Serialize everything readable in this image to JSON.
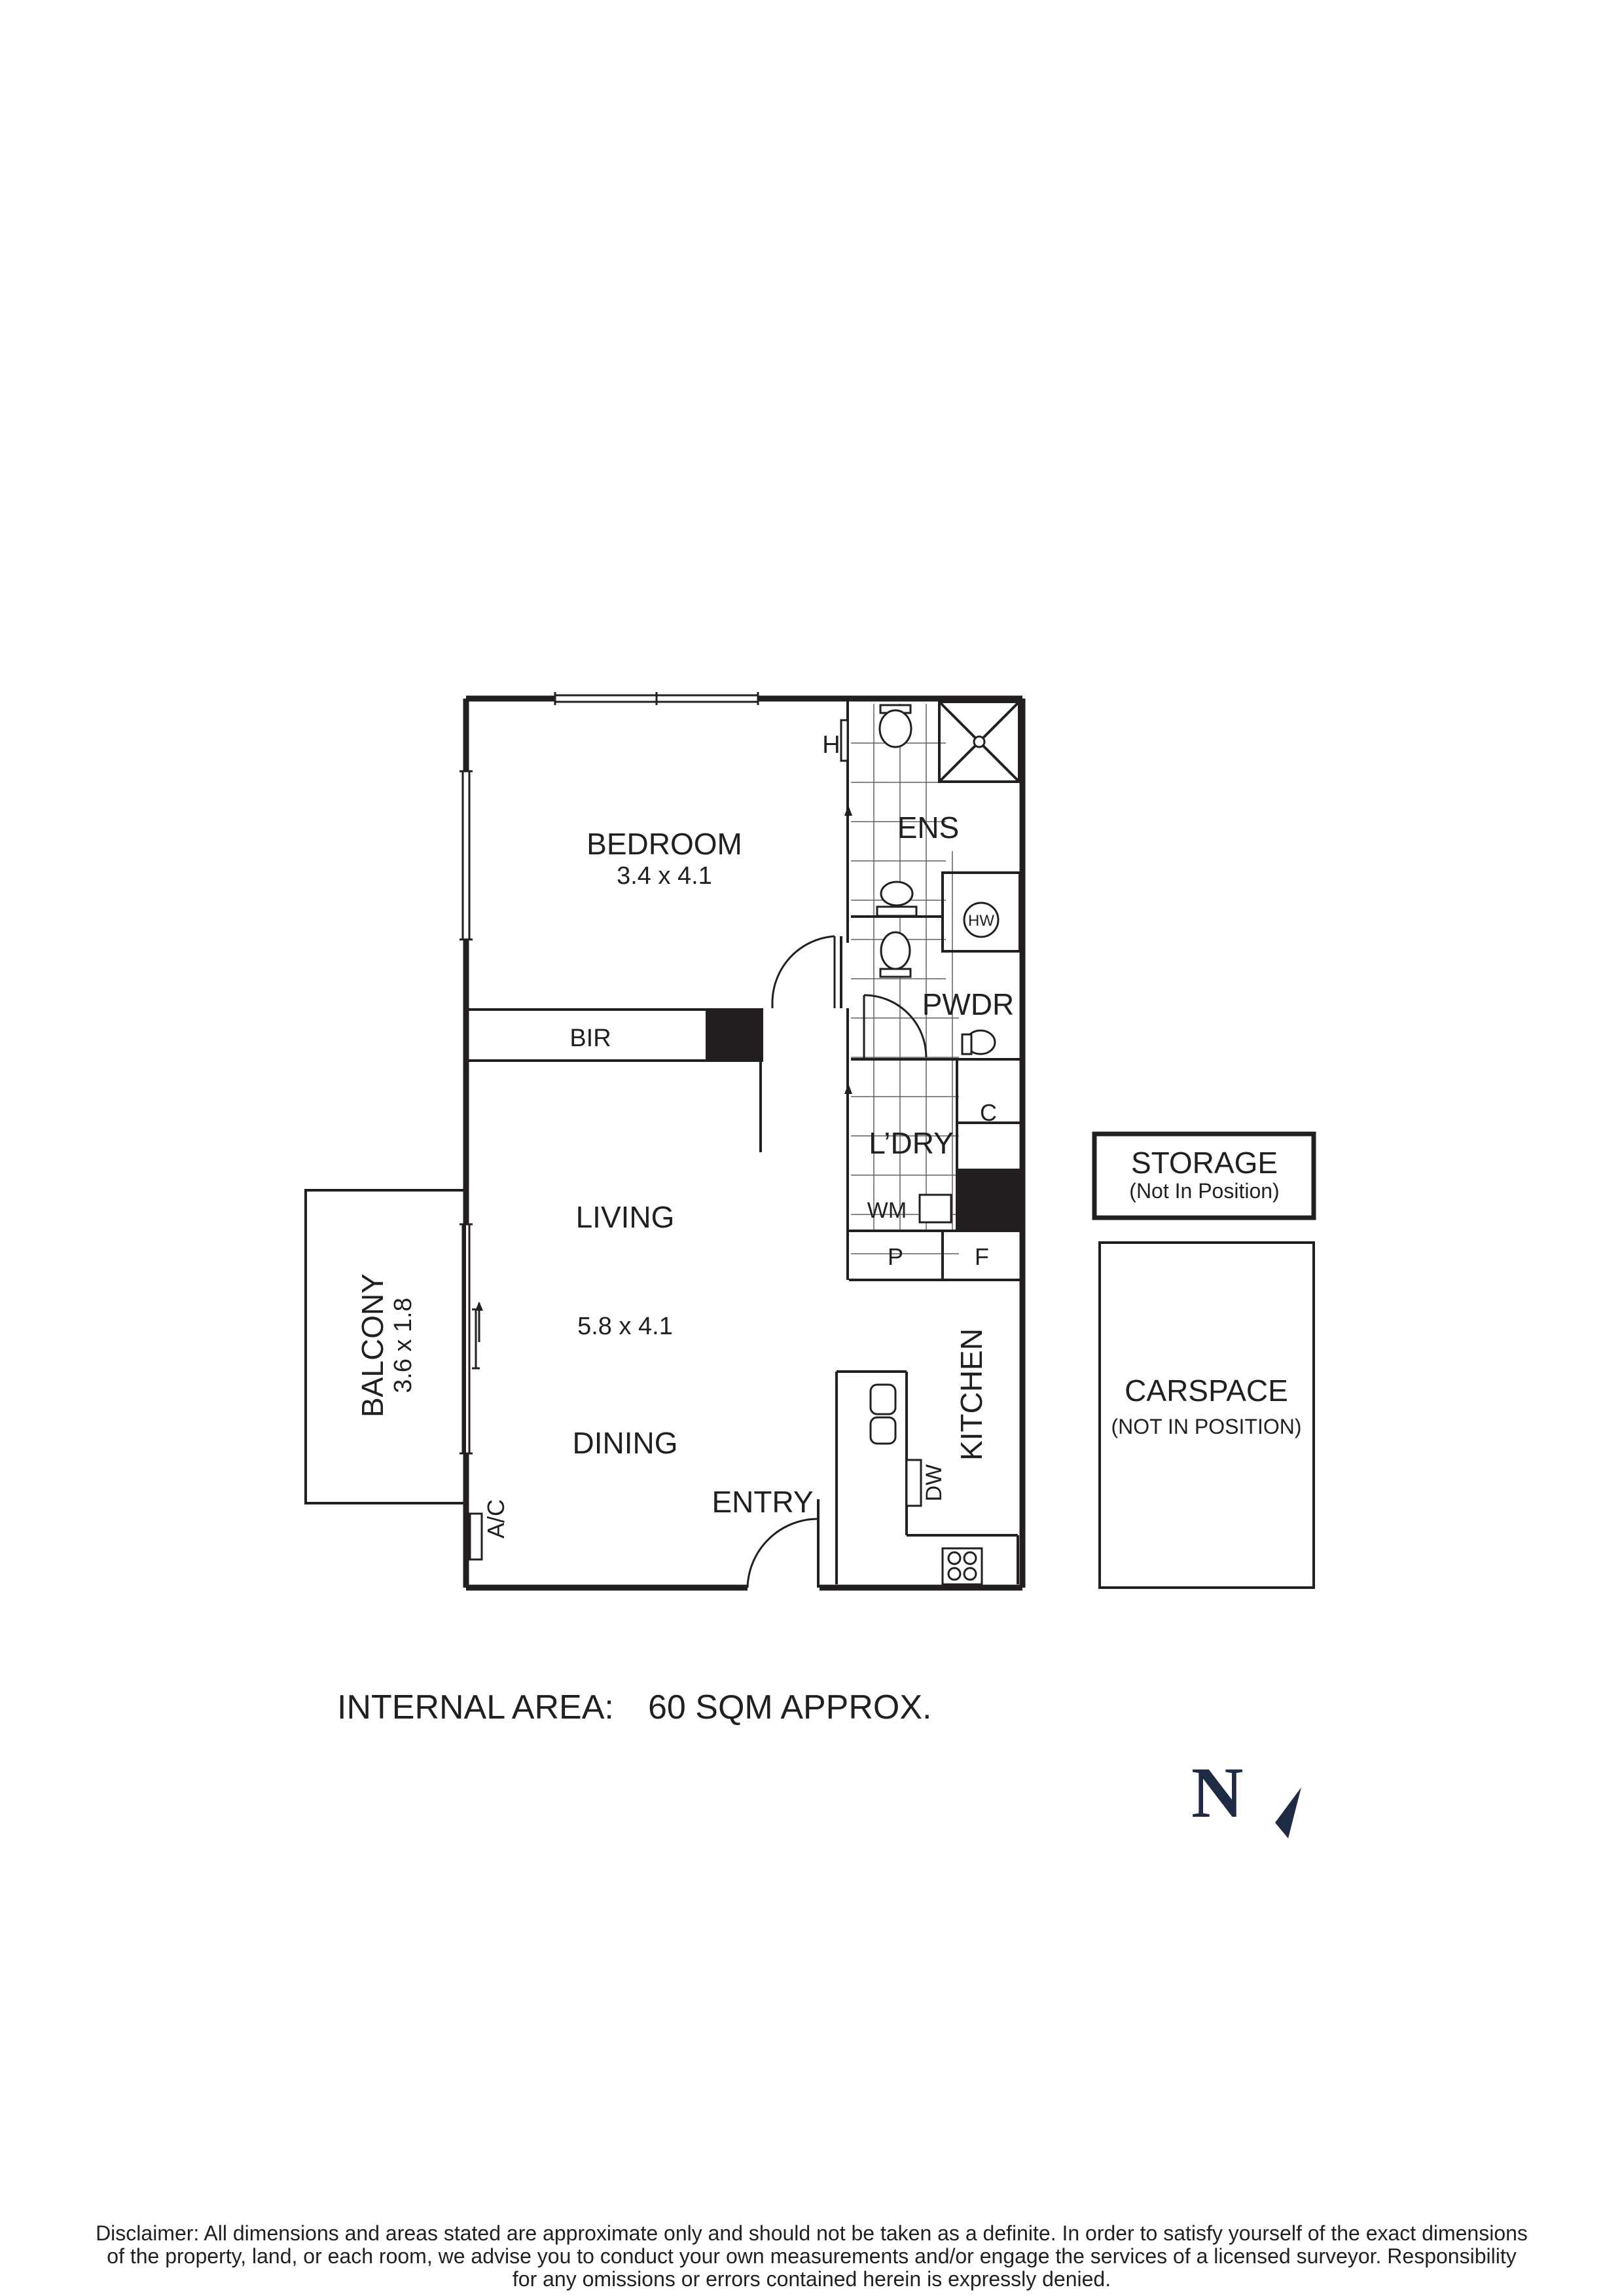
{
  "rooms": {
    "bedroom": {
      "name": "BEDROOM",
      "dims": "3.4 x 4.1"
    },
    "bir": "BIR",
    "ens": "ENS",
    "hw": "HW",
    "h": "H",
    "pwdr": "PWDR",
    "ldry": "L’DRY",
    "c": "C",
    "wm": "WM",
    "p": "P",
    "f": "F",
    "living": "LIVING",
    "living_dims": "5.8 x 4.1",
    "dining": "DINING",
    "entry": "ENTRY",
    "kitchen": "KITCHEN",
    "dw": "DW",
    "balcony": {
      "name": "BALCONY",
      "dims": "3.6 x 1.8"
    },
    "ac": "A/C"
  },
  "storage": {
    "name": "STORAGE",
    "note": "(Not In Position)"
  },
  "carspace": {
    "name": "CARSPACE",
    "note": "(NOT IN POSITION)"
  },
  "internal_area": {
    "label": "INTERNAL AREA:",
    "value": "60 SQM APPROX."
  },
  "compass": {
    "letter": "N"
  },
  "disclaimer": [
    "Disclaimer: All dimensions and areas stated are approximate only and should not be taken as a definite. In order to satisfy yourself of the exact dimensions",
    "of the property, land, or each room, we advise you to conduct your own measurements and/or engage the services of a licensed surveyor. Responsibility",
    "for any omissions or errors contained herein is expressly denied."
  ],
  "colors": {
    "ink": "#231f20",
    "compass": "#1f2a44"
  }
}
